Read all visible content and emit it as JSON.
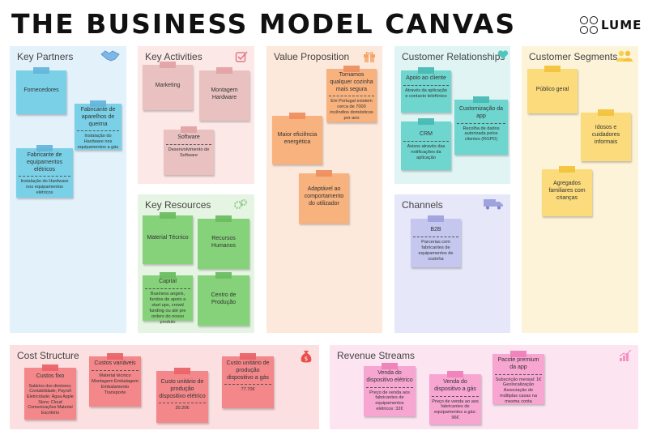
{
  "header": {
    "title": "THE BUSINESS MODEL CANVAS",
    "logo_text": "LUME"
  },
  "sections": {
    "key_partners": {
      "title": "Key Partners",
      "icon": "handshake-icon",
      "color": "#e3f1fb"
    },
    "key_activities": {
      "title": "Key Activities",
      "icon": "checkbox-icon",
      "color": "#fce8e7"
    },
    "key_resources": {
      "title": "Key Resources",
      "icon": "gears-icon",
      "color": "#e6f4e3"
    },
    "value_proposition": {
      "title": "Value Proposition",
      "icon": "gift-icon",
      "color": "#fde8dc"
    },
    "customer_relationships": {
      "title": "Customer Relationships",
      "icon": "heart-icon",
      "color": "#dff4f3"
    },
    "channels": {
      "title": "Channels",
      "icon": "truck-icon",
      "color": "#e6e7f8"
    },
    "customer_segments": {
      "title": "Customer Segments",
      "icon": "people-icon",
      "color": "#fdf3d9"
    },
    "cost_structure": {
      "title": "Cost Structure",
      "icon": "money-bag-icon",
      "color": "#fcdfe0"
    },
    "revenue_streams": {
      "title": "Revenue Streams",
      "icon": "bar-chart-icon",
      "color": "#fce5f1"
    }
  },
  "notes": {
    "kp1": {
      "title": "Fornecedores"
    },
    "kp2": {
      "title": "Fabricante de aparelhos de queima",
      "desc": "Instalação do Hardware nos equipamentos a gás"
    },
    "kp3": {
      "title": "Fabricante de equipamentos elétricos",
      "desc": "Instalação do Hardware nos equipamentos elétricos"
    },
    "ka1": {
      "title": "Marketing"
    },
    "ka2": {
      "title": "Montagem Hardware"
    },
    "ka3": {
      "title": "Software",
      "desc": "Desenvolvimento de Software"
    },
    "kr1": {
      "title": "Material Técnico"
    },
    "kr2": {
      "title": "Recursos Humanos"
    },
    "kr3": {
      "title": "Capital",
      "desc": "Business angels, fundos de apoio a start ups, crowd funding ou até pre orders do nosso produto"
    },
    "kr4": {
      "title": "Centro de Produção"
    },
    "vp1": {
      "title": "Tornamos qualquer cozinha mais segura",
      "desc": "Em Portugal existem cerca de 7000 incêndios domésticos por ano"
    },
    "vp2": {
      "title": "Maior eficiência energética"
    },
    "vp3": {
      "title": "Adaptável ao comportamento do utilizador"
    },
    "cr1": {
      "title": "Apoio ao cliente",
      "desc": "Através da aplicação e contacto telefónico"
    },
    "cr2": {
      "title": "Customização da app",
      "desc": "Recolha de dados autorizada pelos clientes (RGPD)"
    },
    "cr3": {
      "title": "CRM",
      "desc": "Avisos através das notificações da aplicação"
    },
    "ch1": {
      "title": "B2B",
      "desc": "Parcerias com fabricantes de equipamentos de cozinha"
    },
    "cs1": {
      "title": "Público geral"
    },
    "cs2": {
      "title": "Idosos e cuidadores informais"
    },
    "cs3": {
      "title": "Agregados familiares com crianças"
    },
    "co1": {
      "title": "Custos fixo",
      "desc": "Salários dos diretores; Contabilidade; Payroll Eletricidade; Água Apple Store; Cloud Comunicações Material Escritório"
    },
    "co2": {
      "title": "Custos variáveis",
      "desc": "Material técnico Montagem Embalagem Embalamento Transporte"
    },
    "co3": {
      "title": "Custo unitário de produção dispositivo elétrico",
      "desc": "20.20€"
    },
    "co4": {
      "title": "Custo unitário de produção dispositivo a gás",
      "desc": "77.70€"
    },
    "rs1": {
      "title": "Venda do dispositivo elétrico",
      "desc": "Preço de venda aos fabricantes de equipamentos elétricos: 32€"
    },
    "rs2": {
      "title": "Venda do dispositivo a gás",
      "desc": "Preço de venda ao aos fabricantes de equipamentos a gás: 96€"
    },
    "rs3": {
      "title": "Pacote premium da app",
      "desc": "Subscrição mensal: 1€ Geolocalização Associação de múltiplas casas na mesma conta"
    }
  }
}
